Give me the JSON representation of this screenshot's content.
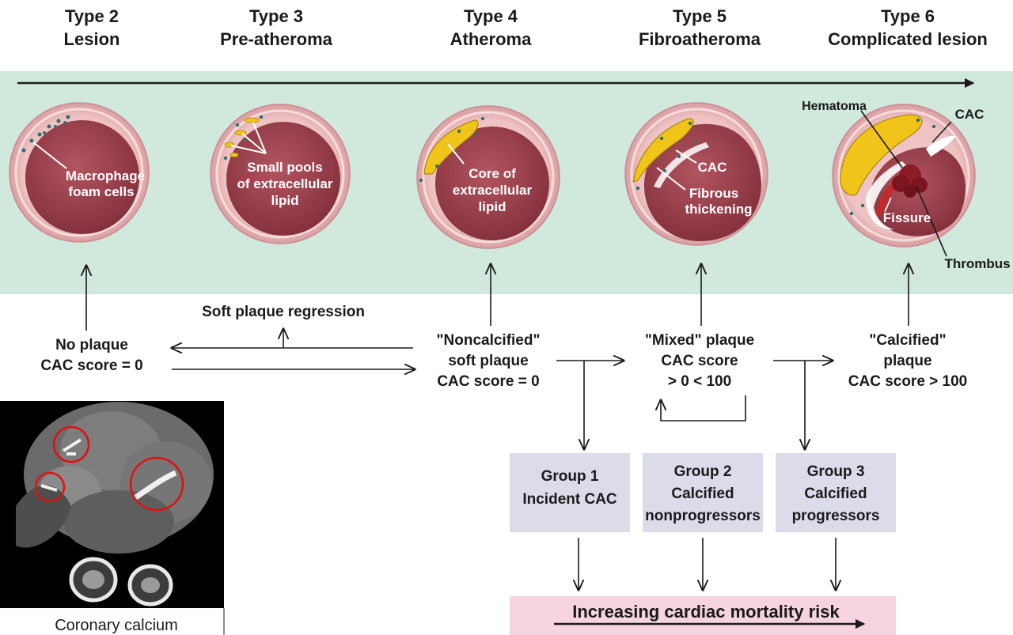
{
  "headers": [
    {
      "type": "Type 2",
      "name": "Lesion"
    },
    {
      "type": "Type 3",
      "name": "Pre-atheroma"
    },
    {
      "type": "Type 4",
      "name": "Atheroma"
    },
    {
      "type": "Type 5",
      "name": "Fibroatheroma"
    },
    {
      "type": "Type 6",
      "name": "Complicated lesion"
    }
  ],
  "circle_labels": {
    "c1": [
      "Macrophage",
      "foam cells"
    ],
    "c2": [
      "Small pools",
      "of extracellular",
      "lipid"
    ],
    "c3": [
      "Core of",
      "extracellular",
      "lipid"
    ],
    "c4_cac": "CAC",
    "c4_fibrous": [
      "Fibrous",
      "thickening"
    ],
    "c5_hematoma": "Hematoma",
    "c5_cac": "CAC",
    "c5_fissure": "Fissure",
    "c5_thrombus": "Thrombus"
  },
  "stages": {
    "no_plaque": [
      "No plaque",
      "CAC score = 0"
    ],
    "regression": "Soft plaque regression",
    "noncalcified": [
      "\"Noncalcified\"",
      "soft plaque",
      "CAC score = 0"
    ],
    "mixed": [
      "\"Mixed\" plaque",
      "CAC score",
      "> 0 < 100"
    ],
    "calcified": [
      "\"Calcified\"",
      "plaque",
      "CAC score > 100"
    ]
  },
  "groups": [
    {
      "lines": [
        "Group 1",
        "Incident CAC"
      ]
    },
    {
      "lines": [
        "Group 2",
        "Calcified",
        "nonprogressors"
      ]
    },
    {
      "lines": [
        "Group 3",
        "Calcified",
        "progressors"
      ]
    }
  ],
  "risk_label": "Increasing cardiac mortality risk",
  "ct_caption": "Coronary calcium",
  "colors": {
    "band": "#d1e8dc",
    "group_box": "#dcdbea",
    "risk_box": "#f6d3e1",
    "lumen": "#9c3f4c",
    "wall": "#e8b6b8",
    "lipid": "#f0c419",
    "circle_marker": "#e01010"
  }
}
